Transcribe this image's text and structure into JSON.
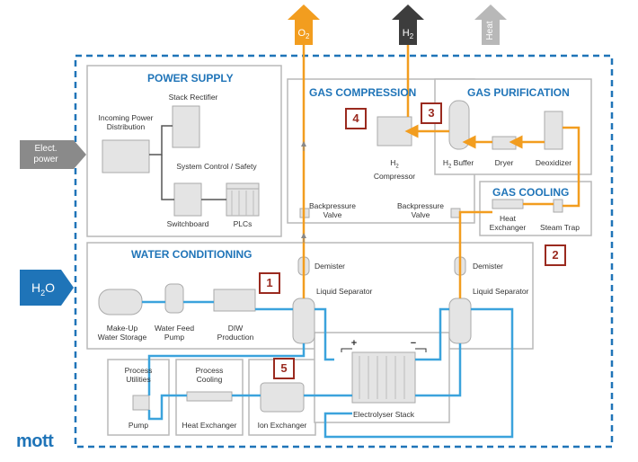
{
  "brand": {
    "logo": "mott"
  },
  "colors": {
    "water": "#3ba3dc",
    "hydrogen": "#f29d1f",
    "oxygen": "#f29d1f",
    "boundary": "#1f74b8",
    "box": "#b9b9b9",
    "equipment": "#e4e4e4",
    "number_badge": "#9a2a1f"
  },
  "outputs": {
    "oxygen": {
      "label": "O",
      "sub": "2"
    },
    "hydrogen": {
      "label": "H",
      "sub": "2"
    },
    "heat": {
      "label": "Heat"
    }
  },
  "inputs": {
    "electric_power": {
      "line1": "Elect.",
      "line2": "power"
    },
    "water": {
      "label": "H",
      "sub": "2",
      "suffix": "O"
    }
  },
  "sections": {
    "power_supply": {
      "title": "POWER SUPPLY",
      "stack_rectifier": "Stack Rectifier",
      "incoming_power": {
        "line1": "Incoming Power",
        "line2": "Distribution"
      },
      "system_control": "System Control / Safety",
      "switchboard": "Switchboard",
      "plcs": "PLCs"
    },
    "gas_compression": {
      "title": "GAS COMPRESSION",
      "h2_compressor": {
        "line1": "H",
        "sub": "2",
        "line2": "Compressor"
      },
      "backpressure_valve_left": {
        "line1": "Backpressure",
        "line2": "Valve"
      },
      "backpressure_valve_right": {
        "line1": "Backpressure",
        "line2": "Valve"
      }
    },
    "gas_purification": {
      "title": "GAS PURIFICATION",
      "h2_buffer": {
        "prefix": "H",
        "sub": "2",
        "suffix": " Buffer"
      },
      "dryer": "Dryer",
      "deoxidizer": "Deoxidizer"
    },
    "gas_cooling": {
      "title": "GAS COOLING",
      "heat_exchanger": {
        "line1": "Heat",
        "line2": "Exchanger"
      },
      "steam_trap": "Steam Trap"
    },
    "water_conditioning": {
      "title": "WATER CONDITIONING",
      "demister_left": "Demister",
      "liquid_separator_left": "Liquid Separator",
      "demister_right": "Demister",
      "liquid_separator_right": "Liquid Separator",
      "makeup_storage": {
        "line1": "Make-Up",
        "line2": "Water Storage"
      },
      "feed_pump": {
        "line1": "Water Feed",
        "line2": "Pump"
      },
      "diw_production": {
        "line1": "DIW",
        "line2": "Production"
      }
    },
    "process_utilities": {
      "title_line1": "Process",
      "title_line2": "Utilities",
      "pump": "Pump"
    },
    "process_cooling": {
      "title_line1": "Process",
      "title_line2": "Cooling",
      "heat_exchanger": "Heat Exchanger"
    },
    "ion_exchanger": {
      "label": "Ion Exchanger"
    },
    "electrolyser": {
      "label": "Electrolyser Stack",
      "plus": "+",
      "minus": "−"
    }
  },
  "callouts": [
    "1",
    "2",
    "3",
    "4",
    "5"
  ]
}
